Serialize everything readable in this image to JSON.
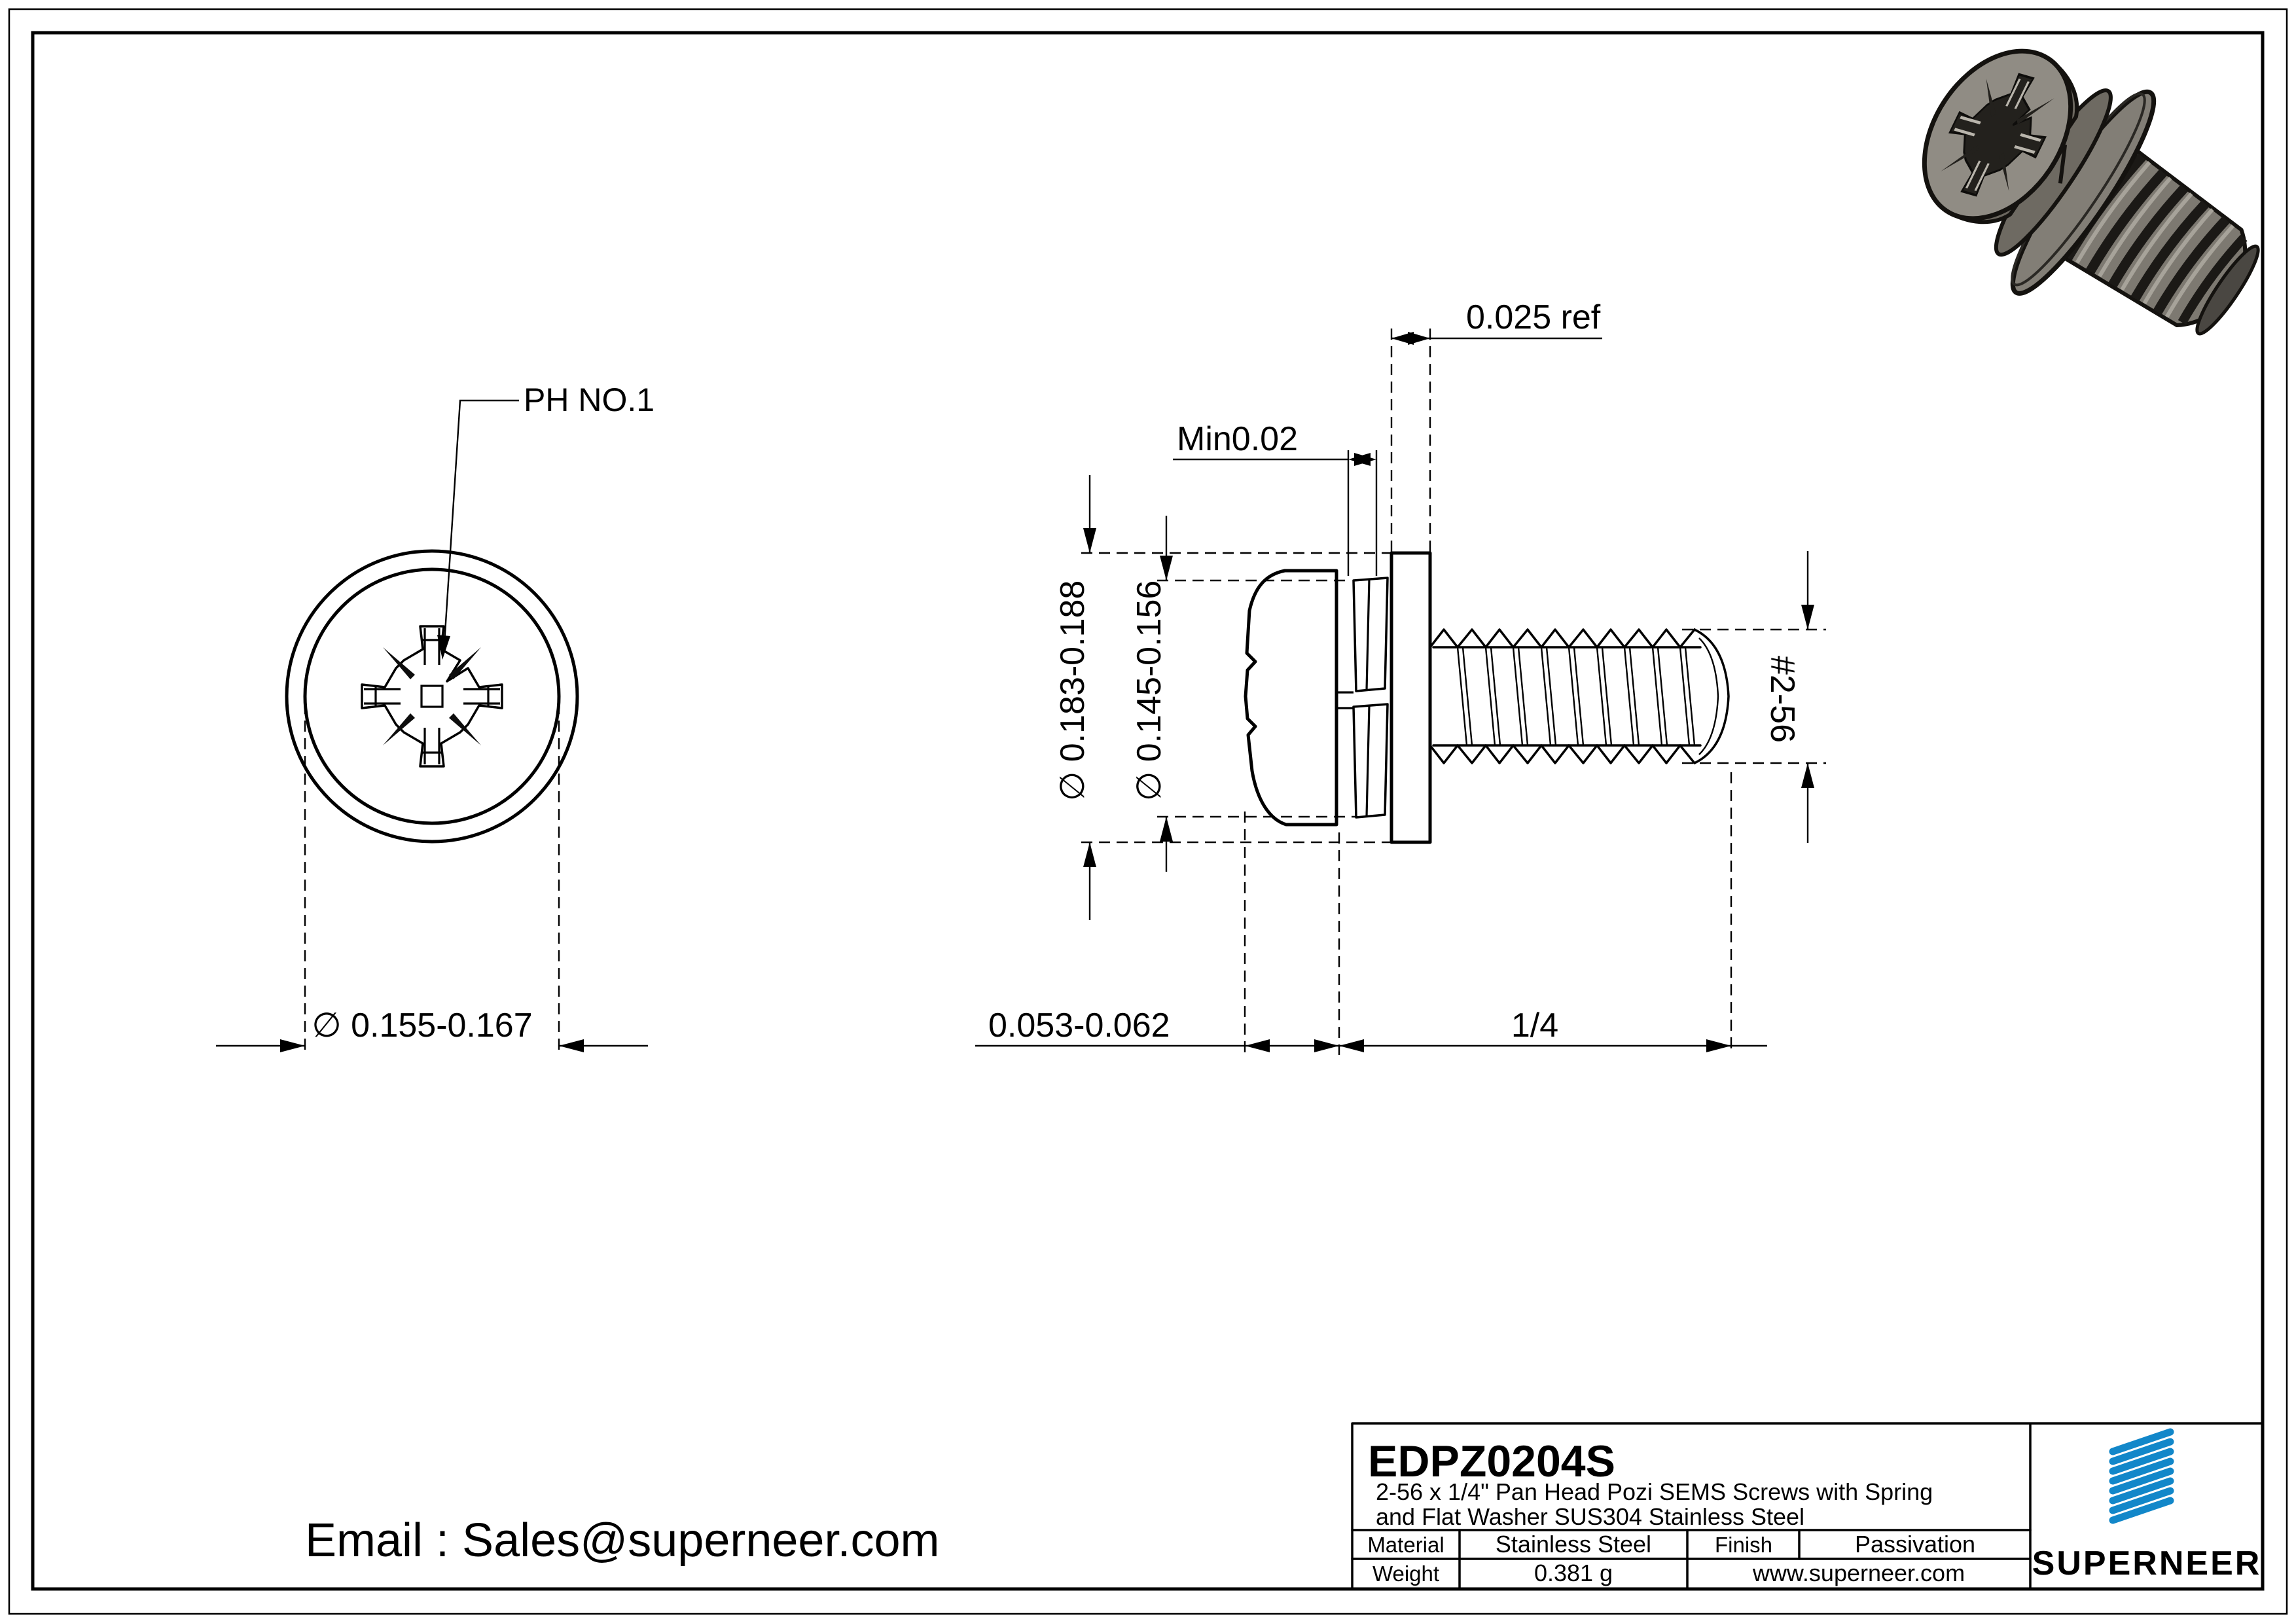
{
  "front_view": {
    "drive_label": "PH NO.1",
    "head_diameter": "∅ 0.155-0.167"
  },
  "side_view": {
    "washer_thickness": "0.025 ref",
    "spring_min": "Min0.02",
    "washer_od": "∅ 0.183-0.188",
    "spring_od": "∅ 0.145-0.156",
    "thread_spec": "#2-56",
    "head_height": "0.053-0.062",
    "thread_length": "1/4"
  },
  "footer": {
    "email": "Email : Sales@superneer.com"
  },
  "title_block": {
    "part_number": "EDPZ0204S",
    "description_line1": "2-56 x 1/4\" Pan Head Pozi SEMS Screws with Spring",
    "description_line2": "and Flat Washer SUS304 Stainless Steel",
    "material_label": "Material",
    "material_value": "Stainless Steel",
    "finish_label": "Finish",
    "finish_value": "Passivation",
    "weight_label": "Weight",
    "weight_value": "0.381 g",
    "website": "www.superneer.com",
    "brand": "SUPERNEER",
    "brand_color": "#1287c9",
    "link_color": "#2196e0"
  }
}
